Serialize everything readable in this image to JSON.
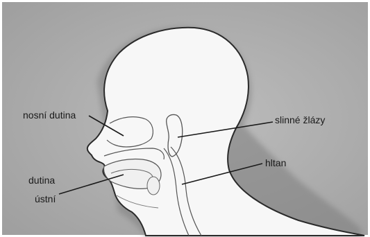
{
  "diagram": {
    "labels": {
      "nasal_cavity": "nosní dutina",
      "salivary_glands": "slinné žlázy",
      "oral_cavity_line1": "dutina",
      "oral_cavity_line2": "ústní",
      "pharynx": "hltan"
    },
    "colors": {
      "background": "#a9a9a9",
      "figure_fill": "#f7f7f7",
      "outline": "#2a2a2a",
      "inner_line": "#555555"
    }
  }
}
